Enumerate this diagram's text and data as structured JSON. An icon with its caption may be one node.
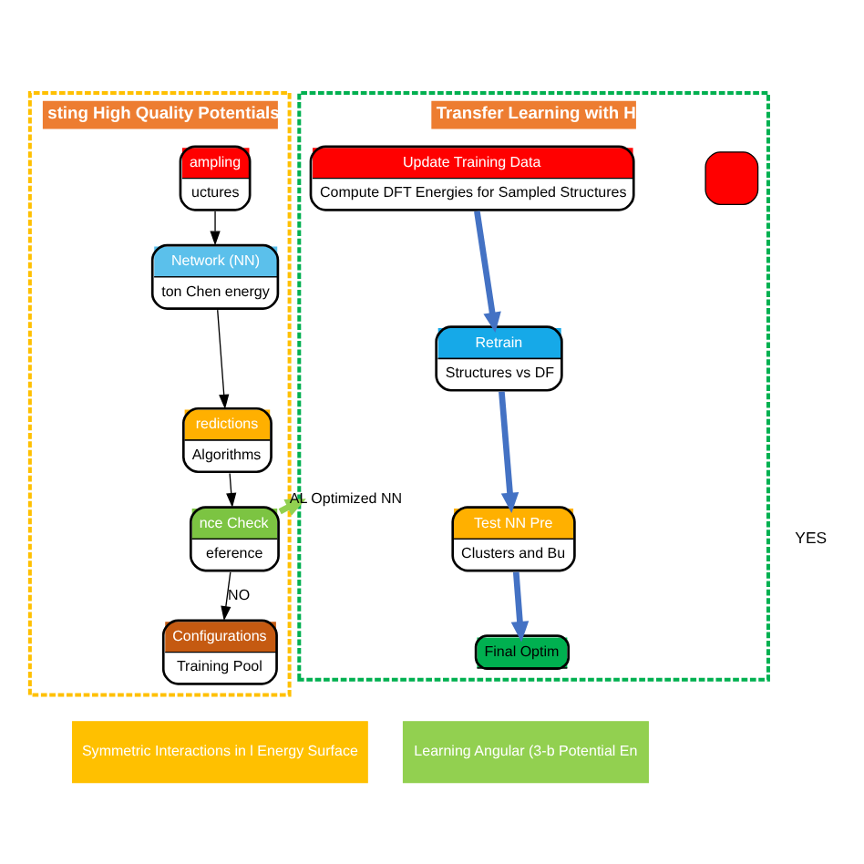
{
  "diagram": {
    "nodes": [
      {
        "text": [
          "sting High Quality Potentials"
        ]
      },
      {
        "text": [
          "ampling",
          "uctures"
        ],
        "in": 0
      },
      {
        "text": [
          "Network (NN)",
          "ton Chen energy"
        ],
        "in": 0
      },
      {
        "text": [
          "redictions",
          "Algorithms"
        ],
        "in": 0
      },
      {
        "text": [
          "nce Check",
          "eference"
        ],
        "in": 0
      },
      {
        "text": [
          "Configurations",
          "Training Pool"
        ],
        "in": 0
      },
      {
        "text": [
          "Symmetric Interactions in l Energy Surface"
        ]
      },
      {
        "text": [
          "Transfer Learning with H"
        ]
      },
      {
        "text": [
          "Update Training Data",
          "Compute DFT Energies for Sampled Structures"
        ],
        "in": 7
      },
      {
        "text": [],
        "shape": "box",
        "in": 7
      },
      {
        "text": [
          "Retrain",
          "Structures vs DF"
        ],
        "in": 7
      },
      {
        "text": [
          "Test NN Pre",
          "Clusters and Bu"
        ],
        "in": 7
      },
      {
        "text": [
          "Final Optim"
        ],
        "in": 7
      },
      {
        "text": [
          "Learning Angular (3-b Potential En"
        ]
      }
    ],
    "edges": [
      {
        "from": 1,
        "to": 2,
        "arrow": "to"
      },
      {
        "from": 2,
        "to": 3,
        "arrow": "to"
      },
      {
        "from": 3,
        "to": 4,
        "arrow": "to"
      },
      {
        "from": 4,
        "to": 5,
        "arrow": "to",
        "label": "NO"
      },
      {
        "from": 4,
        "to": 7,
        "arrow": "to",
        "label": "AL Optimized NN",
        "style": "thick",
        "color": "#92d050"
      },
      {
        "from": 8,
        "to": 10,
        "arrow": "to",
        "style": "thick",
        "color": "#4472c4"
      },
      {
        "from": 10,
        "to": 11,
        "arrow": "to",
        "style": "thick",
        "color": "#4472c4"
      },
      {
        "from": 11,
        "to": 12,
        "arrow": "to",
        "style": "thick",
        "color": "#4472c4"
      }
    ],
    "labels": [
      "YES"
    ]
  }
}
